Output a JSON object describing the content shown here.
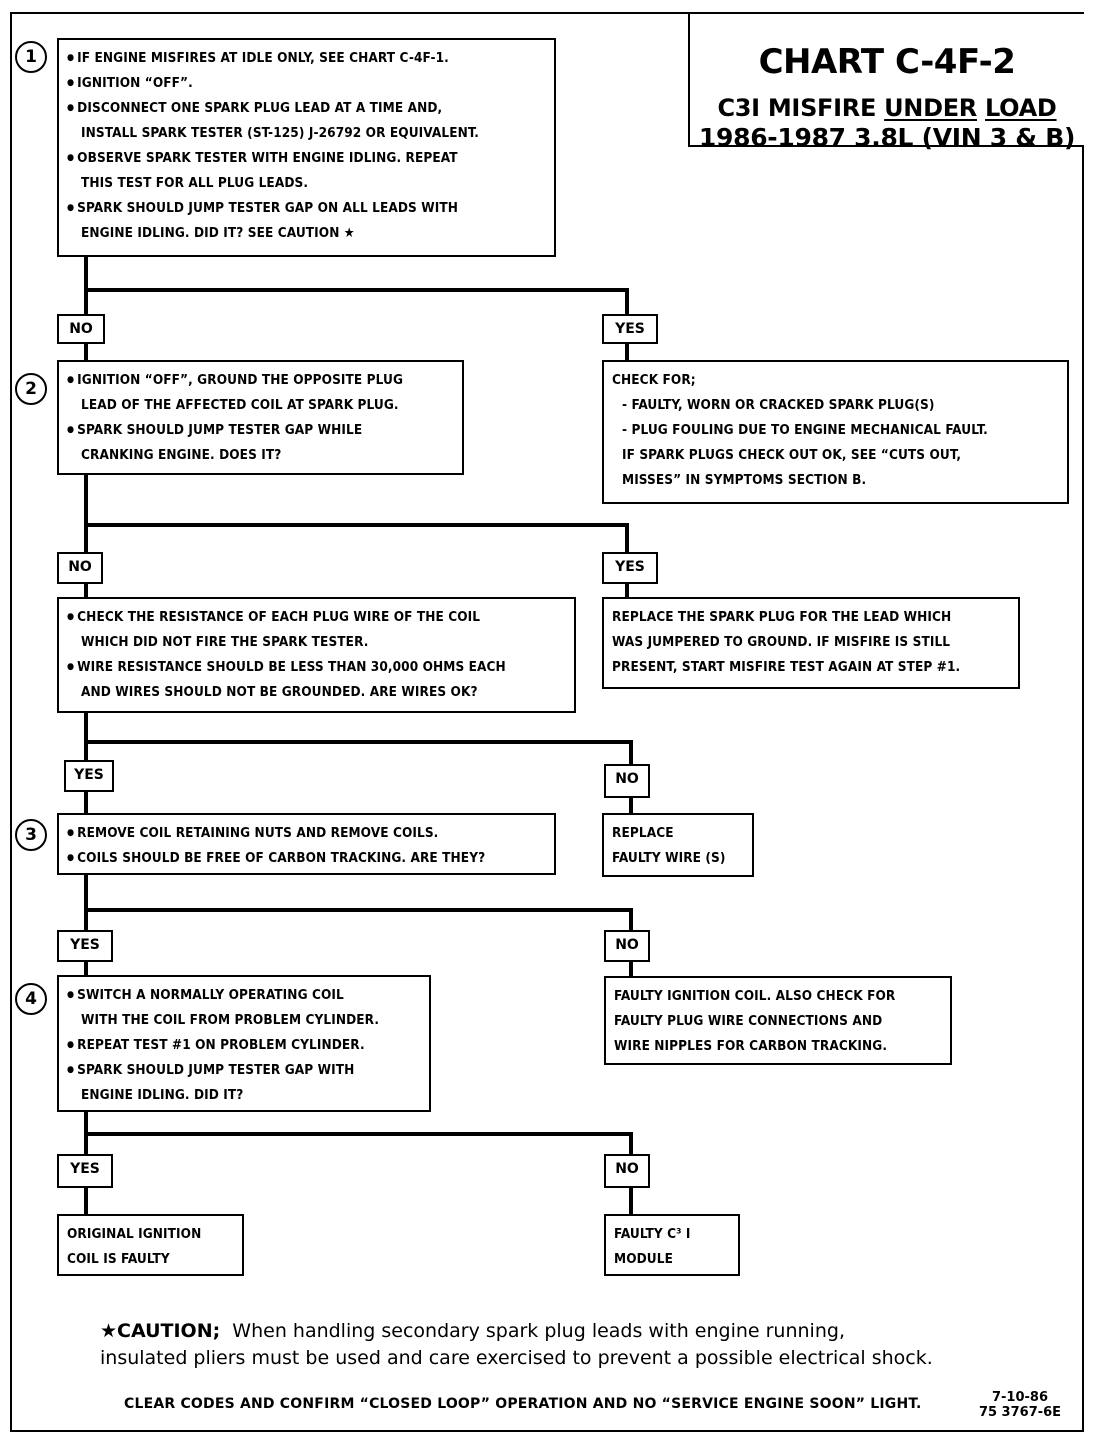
{
  "title": {
    "main": "CHART C-4F-2",
    "sub_prefix": "C3I MISFIRE ",
    "sub_under": "UNDER",
    "sub_load": "LOAD",
    "year": "1986-1987  3.8L  (VIN 3 & B)"
  },
  "steps": {
    "s1": "1",
    "s2": "2",
    "s3": "3",
    "s4": "4"
  },
  "box1": [
    "IF ENGINE MISFIRES AT IDLE ONLY, SEE CHART C-4F-1.",
    "IGNITION “OFF”.",
    "DISCONNECT ONE SPARK PLUG LEAD AT A TIME AND,",
    "INSTALL SPARK TESTER (ST-125) J-26792 OR EQUIVALENT.",
    "OBSERVE SPARK TESTER WITH ENGINE IDLING.  REPEAT",
    "THIS TEST FOR ALL PLUG LEADS.",
    "SPARK SHOULD JUMP TESTER GAP ON ALL LEADS WITH",
    "ENGINE IDLING.  DID IT?   SEE CAUTION ★"
  ],
  "box2": [
    "IGNITION “OFF”, GROUND THE OPPOSITE PLUG",
    "LEAD OF THE AFFECTED COIL AT SPARK PLUG.",
    "SPARK SHOULD JUMP TESTER GAP WHILE",
    "CRANKING ENGINE.  DOES IT?"
  ],
  "box_check": [
    "CHECK FOR;",
    "-  FAULTY, WORN OR CRACKED SPARK PLUG(S)",
    "-  PLUG FOULING DUE TO ENGINE MECHANICAL FAULT.",
    "IF SPARK PLUGS CHECK OUT OK, SEE “CUTS OUT,",
    "MISSES” IN SYMPTOMS SECTION B."
  ],
  "box_res": [
    "CHECK THE RESISTANCE OF EACH PLUG WIRE OF THE COIL",
    "WHICH DID NOT FIRE THE SPARK TESTER.",
    "WIRE RESISTANCE SHOULD BE LESS THAN 30,000 OHMS EACH",
    "AND WIRES SHOULD NOT BE GROUNDED.  ARE WIRES OK?"
  ],
  "box_replace_plug": [
    "REPLACE THE SPARK PLUG FOR THE LEAD WHICH",
    "WAS JUMPERED TO GROUND.  IF MISFIRE IS STILL",
    "PRESENT, START MISFIRE TEST AGAIN AT STEP #1."
  ],
  "box3": [
    "REMOVE COIL RETAINING NUTS AND REMOVE COILS.",
    "COILS SHOULD BE  FREE OF CARBON TRACKING.  ARE THEY?"
  ],
  "box_replace_wire": [
    "REPLACE",
    "FAULTY WIRE (S)"
  ],
  "box4": [
    "SWITCH A NORMALLY OPERATING COIL",
    "WITH THE COIL FROM PROBLEM CYLINDER.",
    "REPEAT TEST #1 ON PROBLEM CYLINDER.",
    "SPARK SHOULD JUMP TESTER GAP WITH",
    "ENGINE IDLING.  DID IT?"
  ],
  "box_faulty_coil": [
    "FAULTY IGNITION COIL. ALSO CHECK FOR",
    "FAULTY PLUG WIRE CONNECTIONS AND",
    "WIRE NIPPLES FOR CARBON TRACKING."
  ],
  "box_orig_coil": [
    "ORIGINAL IGNITION",
    "COIL IS FAULTY"
  ],
  "box_module": [
    "FAULTY C³ I",
    "MODULE"
  ],
  "tags": {
    "no": "NO",
    "yes": "YES"
  },
  "caution": {
    "label": "★CAUTION;",
    "line1": "  When handling secondary spark plug leads with engine running,",
    "line2": "insulated pliers must be used and care exercised to prevent a possible electrical shock."
  },
  "footer": "CLEAR CODES AND CONFIRM “CLOSED LOOP”  OPERATION AND NO “SERVICE ENGINE SOON” LIGHT.",
  "code": {
    "date": "7-10-86",
    "number": "75 3767-6E"
  }
}
